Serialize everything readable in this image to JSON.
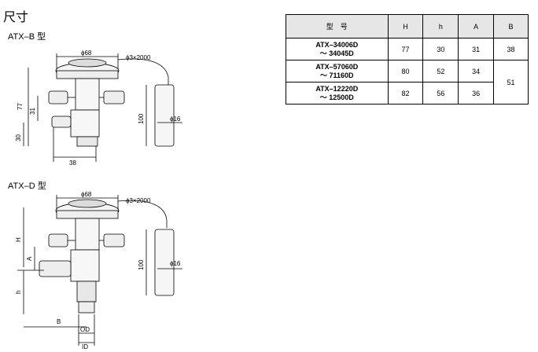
{
  "heading": "尺寸",
  "figure_b": {
    "label": "ATX–B 型",
    "dim_phi68": "ϕ68",
    "dim_cap": "ϕ3×2000",
    "dim_77": "77",
    "dim_31": "31",
    "dim_30": "30",
    "dim_38": "38",
    "dim_100": "100",
    "dim_phi16": "ϕ16"
  },
  "figure_d": {
    "label": "ATX–D 型",
    "dim_phi68": "ϕ68",
    "dim_cap": "ϕ3×2000",
    "dim_H": "H",
    "dim_A": "A",
    "dim_h": "h",
    "dim_B": "B",
    "dim_OD": "OD",
    "dim_ID": "ID",
    "dim_100": "100",
    "dim_phi16": "ϕ16"
  },
  "table": {
    "headers": [
      "型　号",
      "H",
      "h",
      "A",
      "B"
    ],
    "rows": [
      {
        "model_l1": "ATX–34006D",
        "model_l2": "～ 34045D",
        "H": "77",
        "h": "30",
        "A": "31",
        "B": "38"
      },
      {
        "model_l1": "ATX–57060D",
        "model_l2": "～ 71160D",
        "H": "80",
        "h": "52",
        "A": "34",
        "B": "51"
      },
      {
        "model_l1": "ATX–12220D",
        "model_l2": "～ 12500D",
        "H": "82",
        "h": "56",
        "A": "36",
        "B": ""
      }
    ]
  }
}
